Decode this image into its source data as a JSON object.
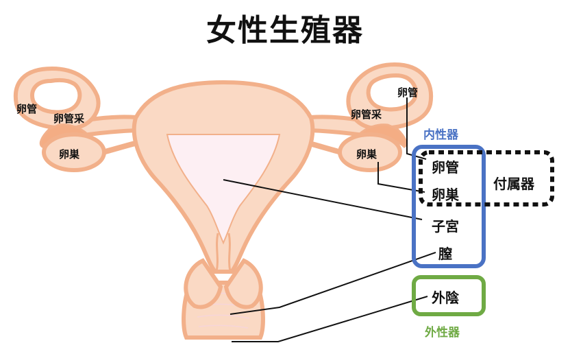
{
  "title": "女性生殖器",
  "anatomy_labels": {
    "left_oviduct": "卵管",
    "left_fimbriae": "卵管采",
    "left_ovary": "卵巣",
    "right_oviduct": "卵管",
    "right_fimbriae": "卵管采",
    "right_ovary": "卵巣"
  },
  "internal_group": {
    "heading": "内性器",
    "items": [
      "卵管",
      "卵巣",
      "子宮",
      "膣"
    ],
    "color": "#4a72c4"
  },
  "adnexa_group": {
    "label": "付属器"
  },
  "external_group": {
    "heading": "外性器",
    "item": "外陰",
    "color": "#6faa44"
  },
  "organ_colors": {
    "outline": "#f2b08a",
    "tissue": "#fad9c4",
    "fimbriae": "#f4ad84",
    "cavity": "#fdeff3"
  }
}
